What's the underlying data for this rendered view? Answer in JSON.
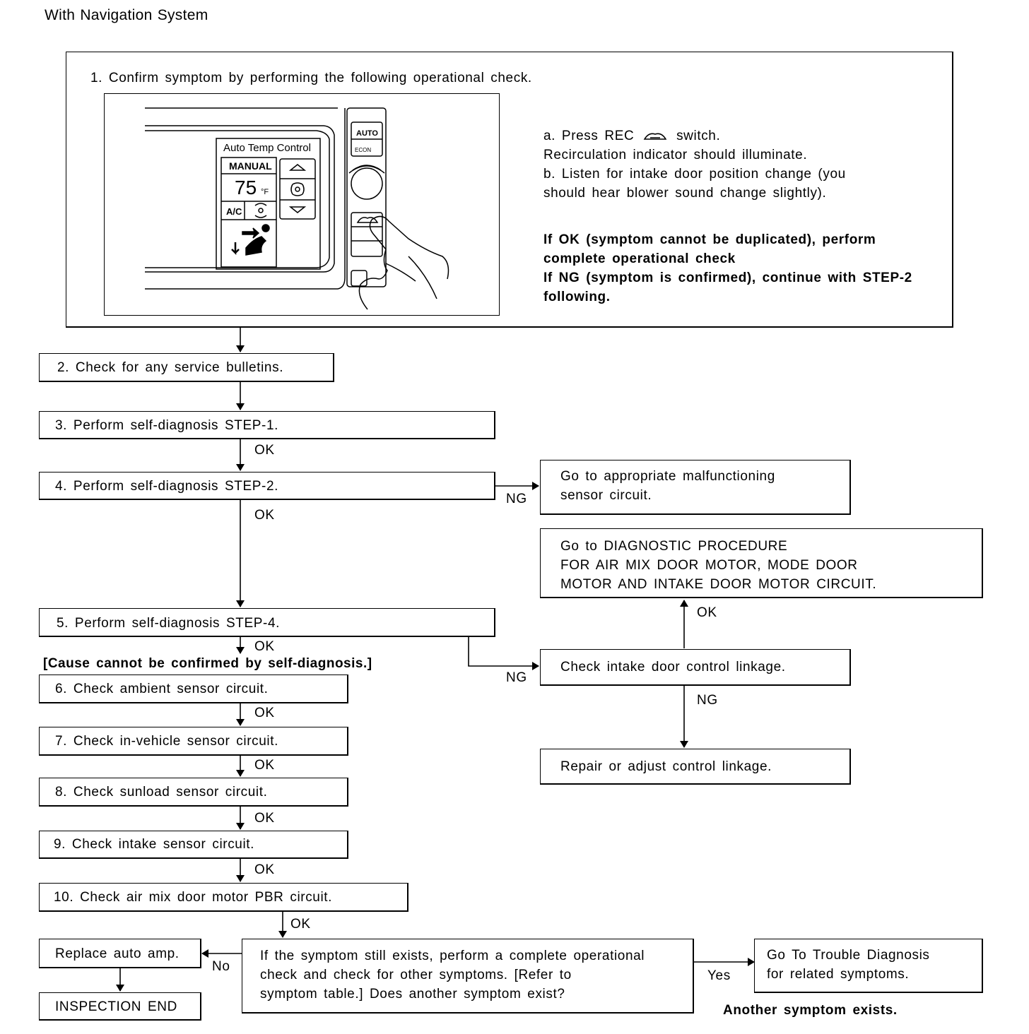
{
  "page_title": "With Navigation System",
  "step1": {
    "title": "1. Confirm symptom by performing the following operational check.",
    "instr_a": "a. Press REC",
    "instr_a_end": "switch.",
    "instr_a2": "Recirculation indicator should illuminate.",
    "instr_b1": "b. Listen for intake door position change (you",
    "instr_b2": "should hear blower sound change slightly).",
    "ok_line1": "If OK (symptom cannot be duplicated), perform",
    "ok_line2": "complete operational check",
    "ng_line1": "If NG (symptom is confirmed), continue with STEP-2",
    "ng_line2": "following."
  },
  "panel": {
    "title": "Auto Temp Control",
    "mode": "MANUAL",
    "temp": "75",
    "unit": "°F",
    "ac": "A/C",
    "auto_btn": "AUTO",
    "econ_btn": "ECON"
  },
  "steps": {
    "s2": "2. Check for any service bulletins.",
    "s3": "3. Perform self-diagnosis STEP-1.",
    "s4": "4. Perform self-diagnosis STEP-2.",
    "s5": "5. Perform self-diagnosis STEP-4.",
    "cause_note": "[Cause cannot be confirmed by self-diagnosis.]",
    "s6": "6. Check ambient sensor circuit.",
    "s7": "7. Check in-vehicle sensor circuit.",
    "s8": "8. Check sunload sensor circuit.",
    "s9": "9. Check intake sensor circuit.",
    "s10": "10. Check air mix door motor PBR circuit.",
    "replace": "Replace auto amp.",
    "inspection_end": "INSPECTION END",
    "final_q1": "If the symptom still exists, perform a complete operational",
    "final_q2": "check and check for other symptoms. [Refer to",
    "final_q3": "symptom table.] Does another symptom exist?",
    "trouble1": "Go To Trouble Diagnosis",
    "trouble2": "for related symptoms.",
    "another": "Another symptom exists."
  },
  "side": {
    "malf1": "Go to appropriate malfunctioning",
    "malf2": "sensor circuit.",
    "diag1": "Go to DIAGNOSTIC PROCEDURE",
    "diag2": "FOR AIR MIX DOOR MOTOR, MODE DOOR",
    "diag3": "MOTOR AND INTAKE DOOR MOTOR CIRCUIT.",
    "linkage": "Check intake door control linkage.",
    "repair": "Repair or adjust control linkage."
  },
  "labels": {
    "ok": "OK",
    "ng": "NG",
    "yes": "Yes",
    "no": "No"
  }
}
